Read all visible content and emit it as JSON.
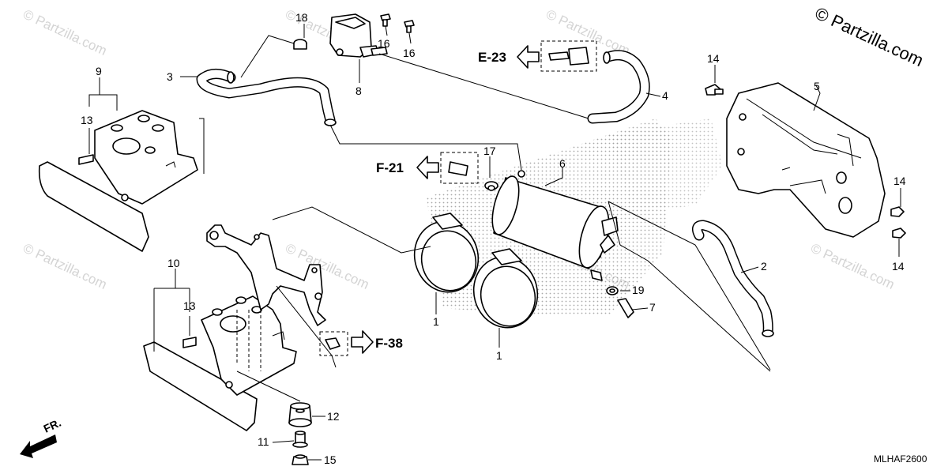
{
  "brand": "© Partzilla.com",
  "watermark_text": "© Partzilla.com",
  "diagram_code": "MLHAF2600",
  "front_label": "FR.",
  "callouts": [
    "1",
    "1",
    "2",
    "3",
    "4",
    "5",
    "6",
    "7",
    "8",
    "9",
    "10",
    "11",
    "12",
    "13",
    "13",
    "14",
    "14",
    "14",
    "15",
    "16",
    "16",
    "17",
    "18",
    "19"
  ],
  "references": [
    "E-23",
    "F-21",
    "F-38"
  ]
}
